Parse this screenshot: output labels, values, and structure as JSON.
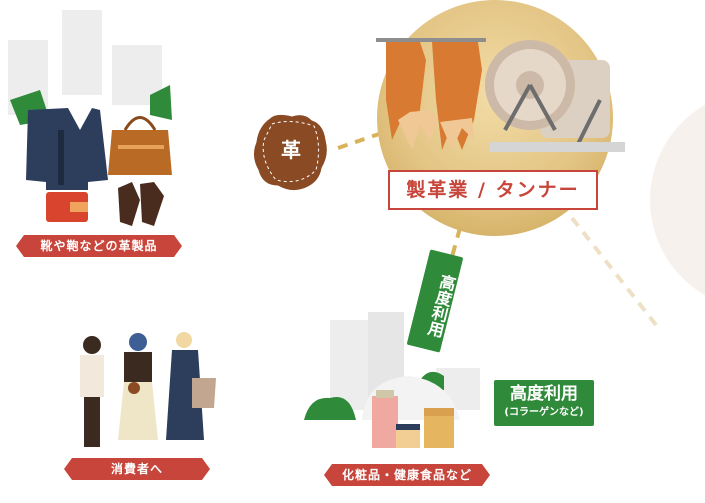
{
  "nodes": {
    "leather_goods_label": "靴や鞄などの革製品",
    "leather_label": "革",
    "tanner_label": "製革業 / タンナー",
    "consumer_label": "消費者へ",
    "cosmetics_label": "化粧品・健康食品など",
    "advanced_use_vertical": "高度利用",
    "advanced_use_title": "高度利用",
    "advanced_use_sub": "(コラーゲンなど)"
  },
  "colors": {
    "ribbon_red": "#c7453a",
    "tanner_gold": "#e4c98a",
    "leather_brown": "#8a4a24",
    "accent_green": "#2f8a3a"
  }
}
